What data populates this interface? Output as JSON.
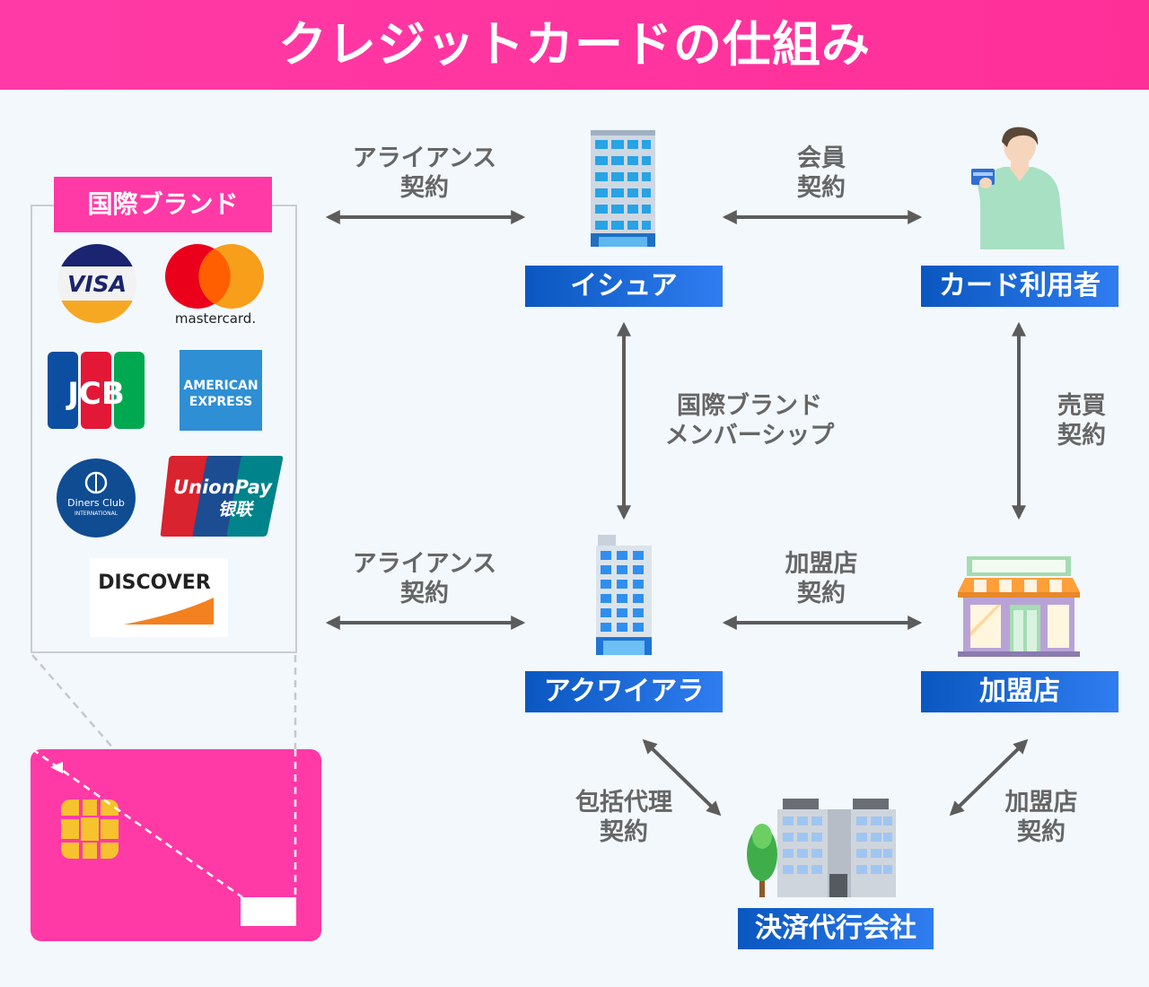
{
  "header": {
    "title": "クレジットカードの仕組み"
  },
  "brands_panel": {
    "title": "国際ブランド",
    "brands": {
      "visa": "VISA",
      "mastercard": "mastercard.",
      "jcb": "JCB",
      "amex_line1": "AMERICAN",
      "amex_line2": "EXPRESS",
      "diners_line1": "Diners Club",
      "diners_line2": "INTERNATIONAL",
      "unionpay_line1": "UnionPay",
      "unionpay_line2": "银联",
      "discover": "DISCOVER"
    }
  },
  "nodes": {
    "issuer": "イシュア",
    "card_user": "カード利用者",
    "acquirer": "アクワイアラ",
    "merchant": "加盟店",
    "payment_agent": "決済代行会社"
  },
  "relations": {
    "alliance_top": {
      "line1": "アライアンス",
      "line2": "契約"
    },
    "member": {
      "line1": "会員",
      "line2": "契約"
    },
    "brand_membership": {
      "line1": "国際ブランド",
      "line2": "メンバーシップ"
    },
    "sales": {
      "line1": "売買",
      "line2": "契約"
    },
    "alliance_bottom": {
      "line1": "アライアンス",
      "line2": "契約"
    },
    "merchant_contract": {
      "line1": "加盟店",
      "line2": "契約"
    },
    "comprehensive_agency": {
      "line1": "包括代理",
      "line2": "契約"
    },
    "merchant_contract_agent": {
      "line1": "加盟店",
      "line2": "契約"
    }
  },
  "colors": {
    "header_pink": "#ff3aa6",
    "label_blue": "#0a57c0",
    "arrow_gray": "#5c5c5c",
    "background": "#f3f8fd"
  }
}
